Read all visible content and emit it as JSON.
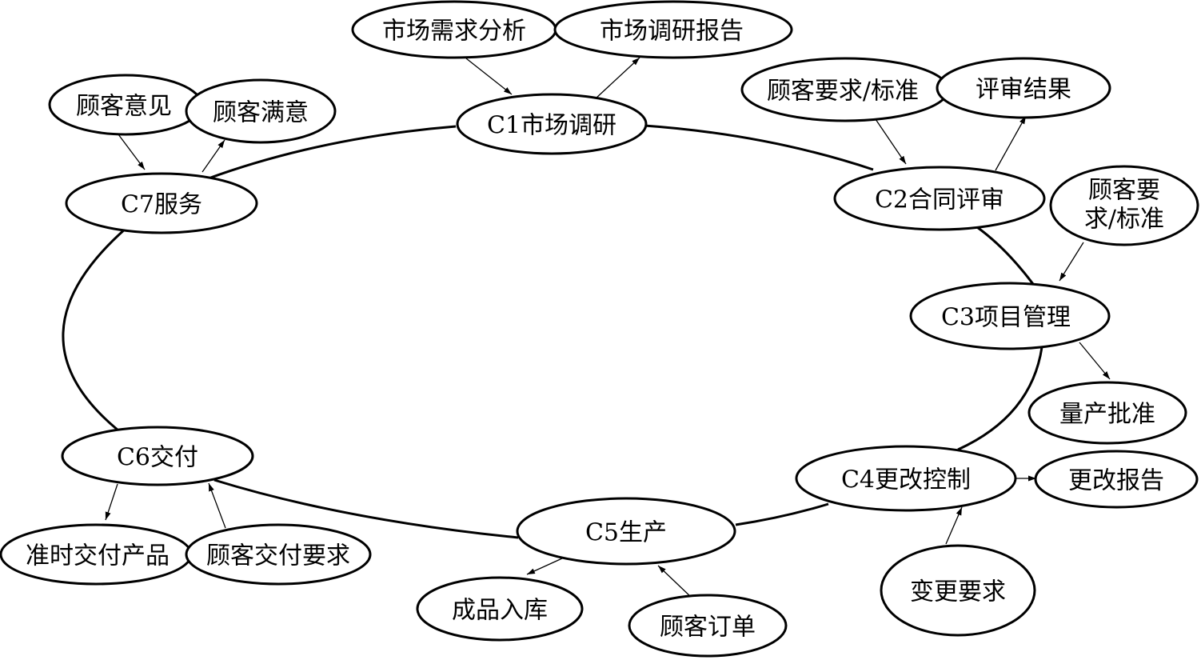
{
  "diagram": {
    "stages": {
      "c1": "C1市场调研",
      "c2": "C2合同评审",
      "c3": "C3项目管理",
      "c4": "C4更改控制",
      "c5": "C5生产",
      "c6": "C6交付",
      "c7": "C7服务"
    },
    "io": {
      "c1_in": "市场需求分析",
      "c1_out": "市场调研报告",
      "c2_in": "顾客要求/标准",
      "c2_out": "评审结果",
      "c3_in_line1": "顾客要",
      "c3_in_line2": "求/标准",
      "c3_out": "量产批准",
      "c4_out": "更改报告",
      "c4_in": "变更要求",
      "c5_in": "顾客订单",
      "c5_out": "成品入库",
      "c6_out": "准时交付产品",
      "c6_in": "顾客交付要求",
      "c7_in": "顾客意见",
      "c7_out": "顾客满意"
    }
  }
}
